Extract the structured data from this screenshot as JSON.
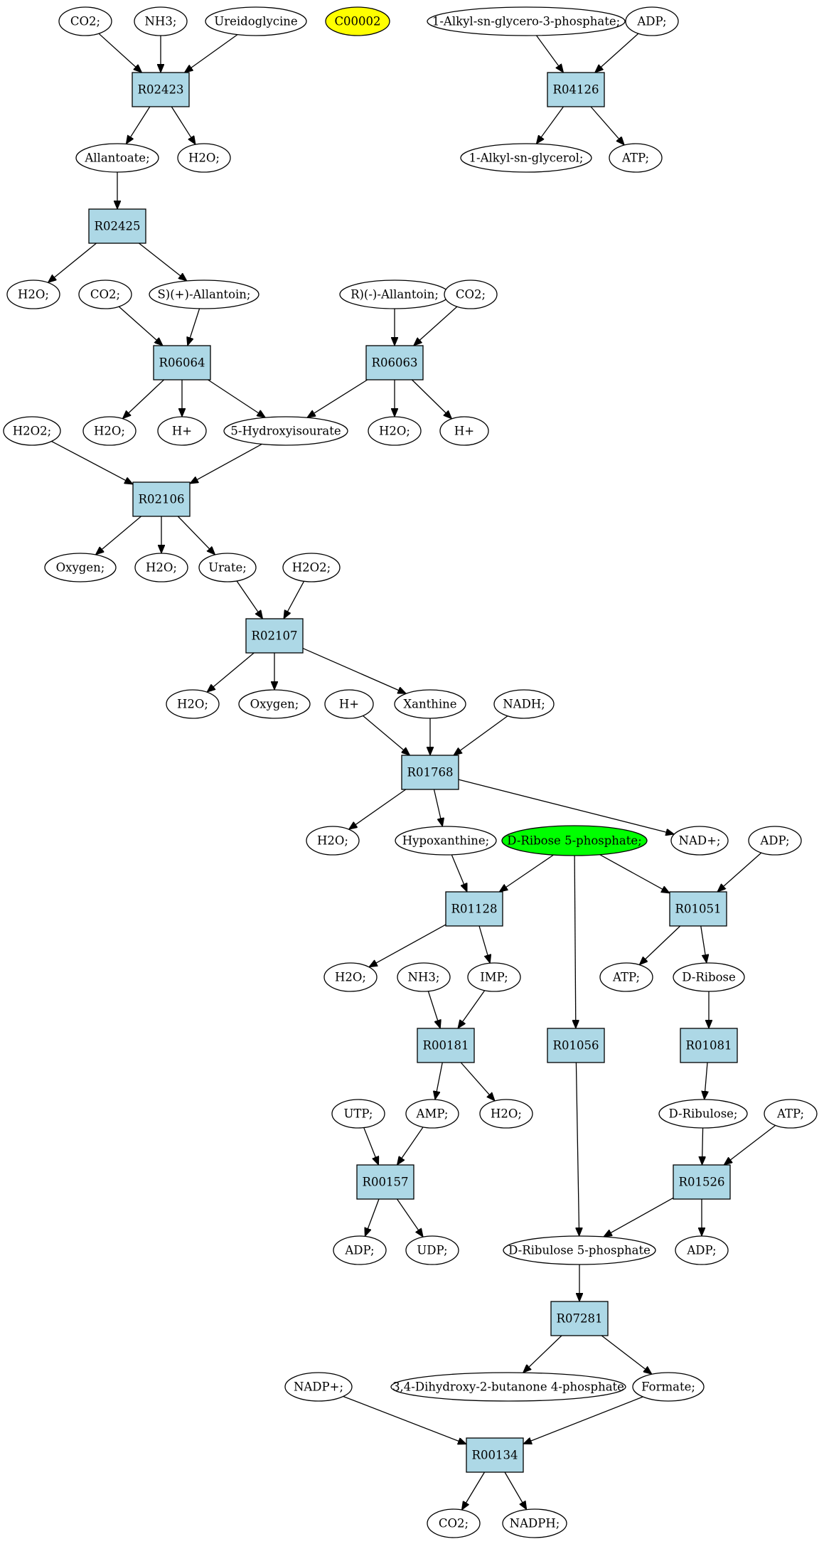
{
  "colors": {
    "reaction_fill": "#add8e6",
    "compound_fill": "#ffffff",
    "highlight_yellow": "#ffff00",
    "highlight_green": "#00ff00",
    "stroke": "#000000"
  },
  "nodes": {
    "c_co2_a": {
      "label": "CO2;",
      "kind": "compound"
    },
    "c_nh3_a": {
      "label": "NH3;",
      "kind": "compound"
    },
    "c_ureidoglycine": {
      "label": "Ureidoglycine",
      "kind": "compound"
    },
    "c_c00002": {
      "label": "C00002",
      "kind": "compound",
      "highlight": "yellow"
    },
    "c_alkyl_glycero_p": {
      "label": "1-Alkyl-sn-glycero-3-phosphate;",
      "kind": "compound"
    },
    "c_adp_a": {
      "label": "ADP;",
      "kind": "compound"
    },
    "r_R02423": {
      "label": "R02423",
      "kind": "reaction"
    },
    "r_R04126": {
      "label": "R04126",
      "kind": "reaction"
    },
    "c_allantoate": {
      "label": "Allantoate;",
      "kind": "compound"
    },
    "c_h2o_a": {
      "label": "H2O;",
      "kind": "compound"
    },
    "c_alkyl_glycerol": {
      "label": "1-Alkyl-sn-glycerol;",
      "kind": "compound"
    },
    "c_atp_a": {
      "label": "ATP;",
      "kind": "compound"
    },
    "r_R02425": {
      "label": "R02425",
      "kind": "reaction"
    },
    "c_h2o_b": {
      "label": "H2O;",
      "kind": "compound"
    },
    "c_co2_b": {
      "label": "CO2;",
      "kind": "compound"
    },
    "c_s_allantoin": {
      "label": "S)(+)-Allantoin;",
      "kind": "compound"
    },
    "c_r_allantoin": {
      "label": "R)(-)-Allantoin;",
      "kind": "compound"
    },
    "c_co2_c": {
      "label": "CO2;",
      "kind": "compound"
    },
    "r_R06064": {
      "label": "R06064",
      "kind": "reaction"
    },
    "r_R06063": {
      "label": "R06063",
      "kind": "reaction"
    },
    "c_h2o2_a": {
      "label": "H2O2;",
      "kind": "compound"
    },
    "c_h2o_c": {
      "label": "H2O;",
      "kind": "compound"
    },
    "c_hplus_a": {
      "label": "H+",
      "kind": "compound"
    },
    "c_5hiu": {
      "label": "5-Hydroxyisourate",
      "kind": "compound"
    },
    "c_h2o_d": {
      "label": "H2O;",
      "kind": "compound"
    },
    "c_hplus_b": {
      "label": "H+",
      "kind": "compound"
    },
    "r_R02106": {
      "label": "R02106",
      "kind": "reaction"
    },
    "c_oxygen_a": {
      "label": "Oxygen;",
      "kind": "compound"
    },
    "c_h2o_e": {
      "label": "H2O;",
      "kind": "compound"
    },
    "c_urate": {
      "label": "Urate;",
      "kind": "compound"
    },
    "c_h2o2_b": {
      "label": "H2O2;",
      "kind": "compound"
    },
    "r_R02107": {
      "label": "R02107",
      "kind": "reaction"
    },
    "c_h2o_f": {
      "label": "H2O;",
      "kind": "compound"
    },
    "c_oxygen_b": {
      "label": "Oxygen;",
      "kind": "compound"
    },
    "c_hplus_c": {
      "label": "H+",
      "kind": "compound"
    },
    "c_xanthine": {
      "label": "Xanthine",
      "kind": "compound"
    },
    "c_nadh": {
      "label": "NADH;",
      "kind": "compound"
    },
    "r_R01768": {
      "label": "R01768",
      "kind": "reaction"
    },
    "c_h2o_g": {
      "label": "H2O;",
      "kind": "compound"
    },
    "c_hypoxanthine": {
      "label": "Hypoxanthine;",
      "kind": "compound"
    },
    "c_ribose5p": {
      "label": "D-Ribose 5-phosphate;",
      "kind": "compound",
      "highlight": "green"
    },
    "c_nadplus_a": {
      "label": "NAD+;",
      "kind": "compound"
    },
    "c_adp_b": {
      "label": "ADP;",
      "kind": "compound"
    },
    "r_R01128": {
      "label": "R01128",
      "kind": "reaction"
    },
    "r_R01051": {
      "label": "R01051",
      "kind": "reaction"
    },
    "c_h2o_h": {
      "label": "H2O;",
      "kind": "compound"
    },
    "c_nh3_b": {
      "label": "NH3;",
      "kind": "compound"
    },
    "c_imp": {
      "label": "IMP;",
      "kind": "compound"
    },
    "c_atp_b": {
      "label": "ATP;",
      "kind": "compound"
    },
    "c_dribose": {
      "label": "D-Ribose",
      "kind": "compound"
    },
    "r_R00181": {
      "label": "R00181",
      "kind": "reaction"
    },
    "r_R01056": {
      "label": "R01056",
      "kind": "reaction"
    },
    "r_R01081": {
      "label": "R01081",
      "kind": "reaction"
    },
    "c_utp": {
      "label": "UTP;",
      "kind": "compound"
    },
    "c_amp": {
      "label": "AMP;",
      "kind": "compound"
    },
    "c_h2o_i": {
      "label": "H2O;",
      "kind": "compound"
    },
    "c_dribulose": {
      "label": "D-Ribulose;",
      "kind": "compound"
    },
    "c_atp_c": {
      "label": "ATP;",
      "kind": "compound"
    },
    "r_R00157": {
      "label": "R00157",
      "kind": "reaction"
    },
    "r_R01526": {
      "label": "R01526",
      "kind": "reaction"
    },
    "c_adp_c": {
      "label": "ADP;",
      "kind": "compound"
    },
    "c_udp": {
      "label": "UDP;",
      "kind": "compound"
    },
    "c_ribulose5p": {
      "label": "D-Ribulose 5-phosphate",
      "kind": "compound"
    },
    "c_adp_d": {
      "label": "ADP;",
      "kind": "compound"
    },
    "r_R07281": {
      "label": "R07281",
      "kind": "reaction"
    },
    "c_nadpplus": {
      "label": "NADP+;",
      "kind": "compound"
    },
    "c_dhbp": {
      "label": "3,4-Dihydroxy-2-butanone 4-phosphate",
      "kind": "compound"
    },
    "c_formate": {
      "label": "Formate;",
      "kind": "compound"
    },
    "r_R00134": {
      "label": "R00134",
      "kind": "reaction"
    },
    "c_co2_d": {
      "label": "CO2;",
      "kind": "compound"
    },
    "c_nadph": {
      "label": "NADPH;",
      "kind": "compound"
    }
  },
  "edges": [
    [
      "c_co2_a",
      "r_R02423"
    ],
    [
      "c_nh3_a",
      "r_R02423"
    ],
    [
      "c_ureidoglycine",
      "r_R02423"
    ],
    [
      "r_R02423",
      "c_allantoate"
    ],
    [
      "r_R02423",
      "c_h2o_a"
    ],
    [
      "c_alkyl_glycero_p",
      "r_R04126"
    ],
    [
      "c_adp_a",
      "r_R04126"
    ],
    [
      "r_R04126",
      "c_alkyl_glycerol"
    ],
    [
      "r_R04126",
      "c_atp_a"
    ],
    [
      "c_allantoate",
      "r_R02425"
    ],
    [
      "r_R02425",
      "c_h2o_b"
    ],
    [
      "r_R02425",
      "c_s_allantoin"
    ],
    [
      "c_co2_b",
      "r_R06064"
    ],
    [
      "c_s_allantoin",
      "r_R06064"
    ],
    [
      "c_r_allantoin",
      "r_R06063"
    ],
    [
      "c_co2_c",
      "r_R06063"
    ],
    [
      "r_R06064",
      "c_h2o_c"
    ],
    [
      "r_R06064",
      "c_hplus_a"
    ],
    [
      "r_R06064",
      "c_5hiu"
    ],
    [
      "r_R06063",
      "c_5hiu"
    ],
    [
      "r_R06063",
      "c_h2o_d"
    ],
    [
      "r_R06063",
      "c_hplus_b"
    ],
    [
      "c_h2o2_a",
      "r_R02106"
    ],
    [
      "c_5hiu",
      "r_R02106"
    ],
    [
      "r_R02106",
      "c_oxygen_a"
    ],
    [
      "r_R02106",
      "c_h2o_e"
    ],
    [
      "r_R02106",
      "c_urate"
    ],
    [
      "c_urate",
      "r_R02107"
    ],
    [
      "c_h2o2_b",
      "r_R02107"
    ],
    [
      "r_R02107",
      "c_h2o_f"
    ],
    [
      "r_R02107",
      "c_oxygen_b"
    ],
    [
      "r_R02107",
      "c_xanthine"
    ],
    [
      "c_hplus_c",
      "r_R01768"
    ],
    [
      "c_xanthine",
      "r_R01768"
    ],
    [
      "c_nadh",
      "r_R01768"
    ],
    [
      "r_R01768",
      "c_h2o_g"
    ],
    [
      "r_R01768",
      "c_hypoxanthine"
    ],
    [
      "r_R01768",
      "c_nadplus_a"
    ],
    [
      "c_hypoxanthine",
      "r_R01128"
    ],
    [
      "c_ribose5p",
      "r_R01128"
    ],
    [
      "c_ribose5p",
      "r_R01051"
    ],
    [
      "c_adp_b",
      "r_R01051"
    ],
    [
      "c_ribose5p",
      "r_R01056"
    ],
    [
      "r_R01128",
      "c_h2o_h"
    ],
    [
      "r_R01128",
      "c_imp"
    ],
    [
      "r_R01051",
      "c_atp_b"
    ],
    [
      "r_R01051",
      "c_dribose"
    ],
    [
      "c_nh3_b",
      "r_R00181"
    ],
    [
      "c_imp",
      "r_R00181"
    ],
    [
      "c_dribose",
      "r_R01081"
    ],
    [
      "r_R00181",
      "c_amp"
    ],
    [
      "r_R00181",
      "c_h2o_i"
    ],
    [
      "r_R01081",
      "c_dribulose"
    ],
    [
      "c_utp",
      "r_R00157"
    ],
    [
      "c_amp",
      "r_R00157"
    ],
    [
      "c_dribulose",
      "r_R01526"
    ],
    [
      "c_atp_c",
      "r_R01526"
    ],
    [
      "r_R00157",
      "c_adp_c"
    ],
    [
      "r_R00157",
      "c_udp"
    ],
    [
      "r_R01056",
      "c_ribulose5p"
    ],
    [
      "r_R01526",
      "c_ribulose5p"
    ],
    [
      "r_R01526",
      "c_adp_d"
    ],
    [
      "c_ribulose5p",
      "r_R07281"
    ],
    [
      "r_R07281",
      "c_dhbp"
    ],
    [
      "r_R07281",
      "c_formate"
    ],
    [
      "c_nadpplus",
      "r_R00134"
    ],
    [
      "c_formate",
      "r_R00134"
    ],
    [
      "r_R00134",
      "c_co2_d"
    ],
    [
      "r_R00134",
      "c_nadph"
    ]
  ]
}
